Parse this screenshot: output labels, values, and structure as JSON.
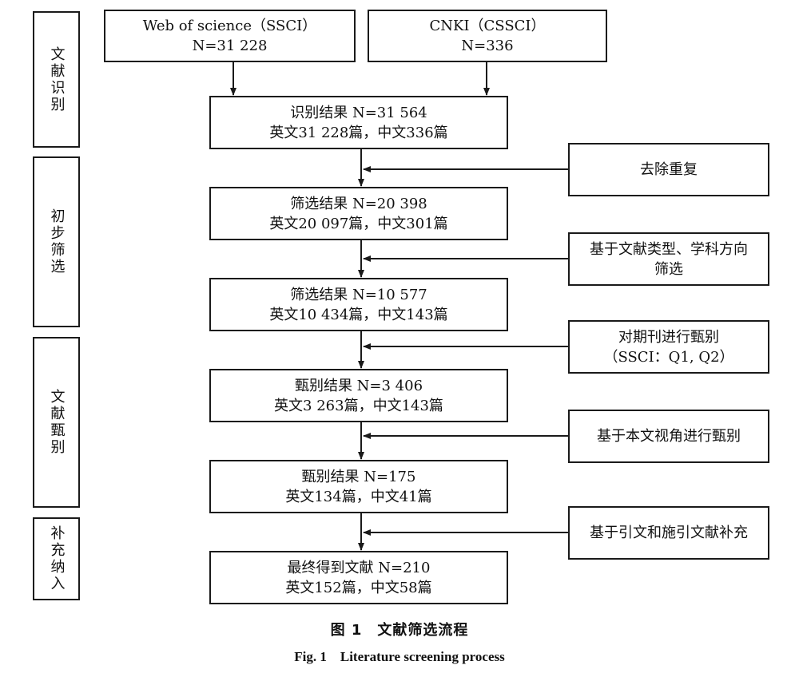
{
  "stages": [
    {
      "label": "文献识别"
    },
    {
      "label": "初步筛选"
    },
    {
      "label": "文献甄别"
    },
    {
      "label": "补充纳入"
    }
  ],
  "sources": [
    {
      "line1": "Web of science（SSCI）",
      "line2": "N=31 228"
    },
    {
      "line1": "CNKI（CSSCI）",
      "line2": "N=336"
    }
  ],
  "results": [
    {
      "line1": "识别结果 N=31 564",
      "line2": "英文31 228篇，中文336篇"
    },
    {
      "line1": "筛选结果 N=20 398",
      "line2": "英文20 097篇，中文301篇"
    },
    {
      "line1": "筛选结果 N=10 577",
      "line2": "英文10 434篇，中文143篇"
    },
    {
      "line1": "甄别结果 N=3 406",
      "line2": "英文3 263篇，中文143篇"
    },
    {
      "line1": "甄别结果 N=175",
      "line2": "英文134篇，中文41篇"
    },
    {
      "line1": "最终得到文献 N=210",
      "line2": "英文152篇，中文58篇"
    }
  ],
  "steps": [
    {
      "line1": "去除重复",
      "line2": ""
    },
    {
      "line1": "基于文献类型、学科方向",
      "line2": "筛选"
    },
    {
      "line1": "对期刊进行甄别",
      "line2": "（SSCI：Q1, Q2）"
    },
    {
      "line1": "基于本文视角进行甄别",
      "line2": ""
    },
    {
      "line1": "基于引文和施引文献补充",
      "line2": ""
    }
  ],
  "caption": {
    "cn": "图 1　文献筛选流程",
    "en": "Fig. 1　Literature screening process"
  }
}
